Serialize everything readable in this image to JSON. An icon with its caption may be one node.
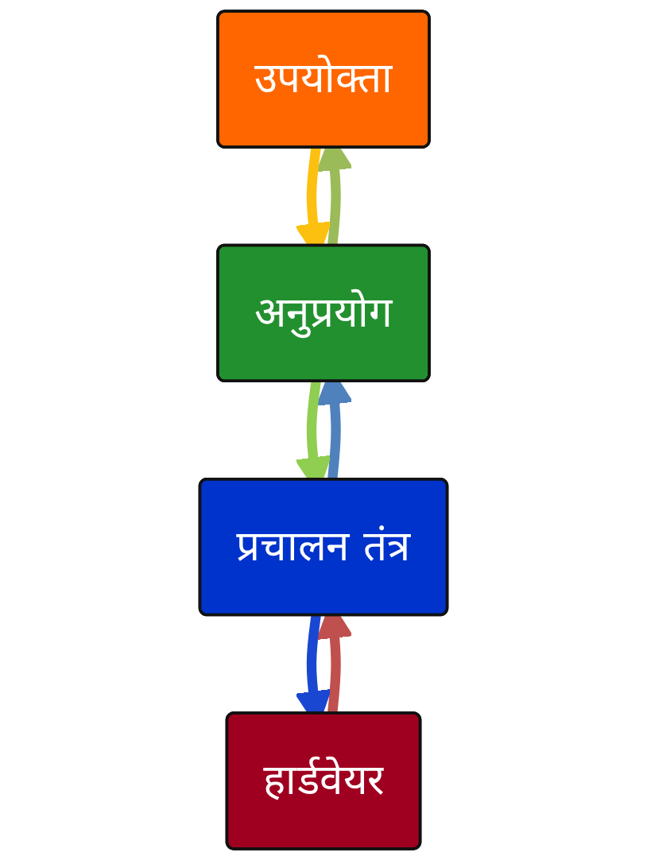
{
  "diagram": {
    "nodes": [
      {
        "text": [
          "उपयोक्ता"
        ]
      },
      {
        "text": [
          "अनुप्रयोग"
        ]
      },
      {
        "text": [
          "प्रचालन तंत्र"
        ]
      },
      {
        "text": [
          "हार्डवेयर"
        ]
      }
    ],
    "edges": [
      {
        "from": 1,
        "to": 0,
        "arrow": "to",
        "color": "#9bbb59"
      },
      {
        "from": 0,
        "to": 1,
        "arrow": "to",
        "color": "#fcc010"
      },
      {
        "from": 2,
        "to": 1,
        "arrow": "to",
        "color": "#4f81bd"
      },
      {
        "from": 1,
        "to": 2,
        "arrow": "to",
        "color": "#8fce50"
      },
      {
        "from": 3,
        "to": 2,
        "arrow": "to",
        "color": "#c0504d"
      },
      {
        "from": 2,
        "to": 3,
        "arrow": "to",
        "color": "#1a47d1"
      }
    ]
  }
}
